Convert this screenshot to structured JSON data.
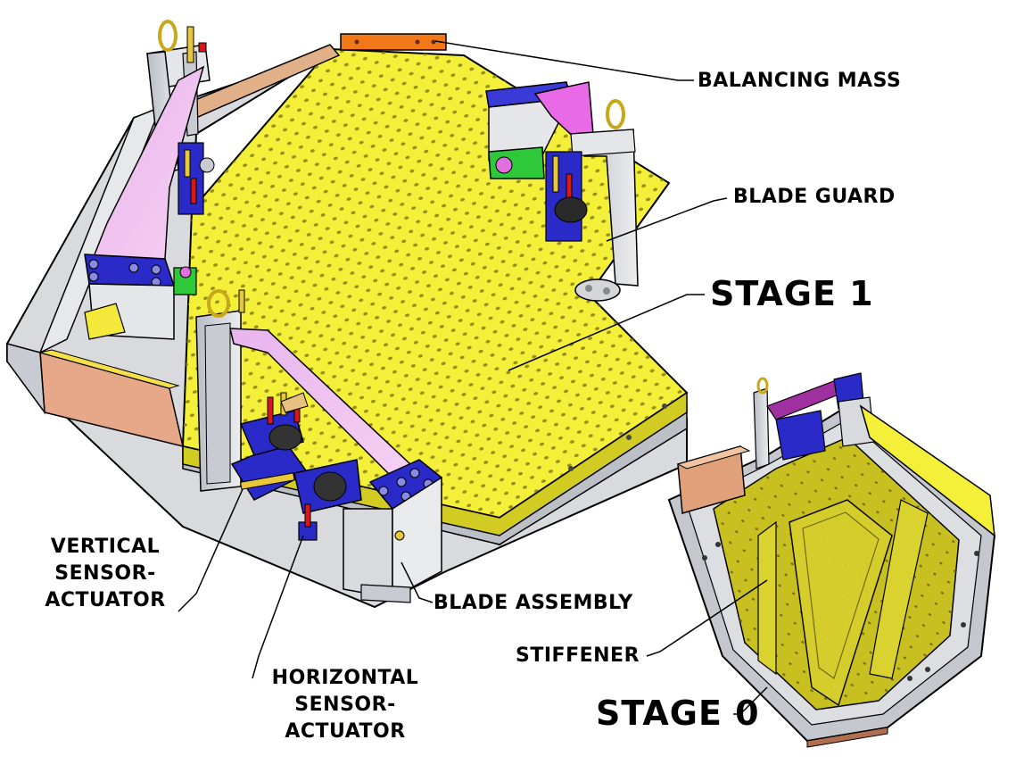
{
  "labels": {
    "balancing_mass": "BALANCING MASS",
    "blade_guard": "BLADE GUARD",
    "stage1": "STAGE 1",
    "vertical": [
      "VERTICAL",
      "SENSOR-",
      "ACTUATOR"
    ],
    "blade_assembly": "BLADE ASSEMBLY",
    "horizontal": [
      "HORIZONTAL",
      "SENSOR-",
      "ACTUATOR"
    ],
    "stiffener": "STIFFENER",
    "stage0": "STAGE 0"
  },
  "colors": {
    "plate_yellow": "#f4f03a",
    "plate_edge": "#c8c21e",
    "steel": "#d4d6da",
    "steel_dark": "#9a9ea6",
    "blade_pink": "#f0a6ec",
    "blue_block": "#2a2ac8",
    "green_block": "#2ec83a",
    "orange_mass": "#f07818",
    "copper": "#e0a07a",
    "stage0_plate": "#c8c020"
  }
}
